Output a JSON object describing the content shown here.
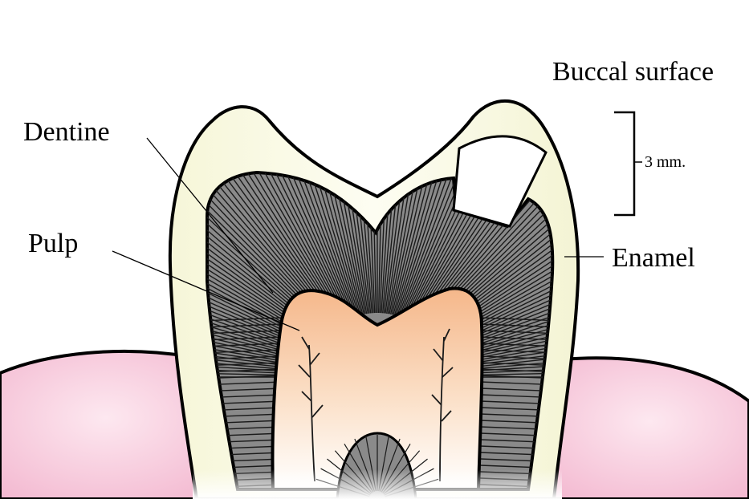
{
  "labels": {
    "buccal_surface": "Buccal surface",
    "dentine": "Dentine",
    "pulp": "Pulp",
    "enamel": "Enamel",
    "scale": "3 mm."
  },
  "colors": {
    "gum": "#f3b8d0",
    "gum_highlight": "#fde8f0",
    "enamel": "#fbfbea",
    "dentine": "#8a8a8a",
    "pulp_top": "#f5b78a",
    "pulp_bottom": "#ffffff",
    "restoration": "#ffffff",
    "outline": "#000000"
  }
}
